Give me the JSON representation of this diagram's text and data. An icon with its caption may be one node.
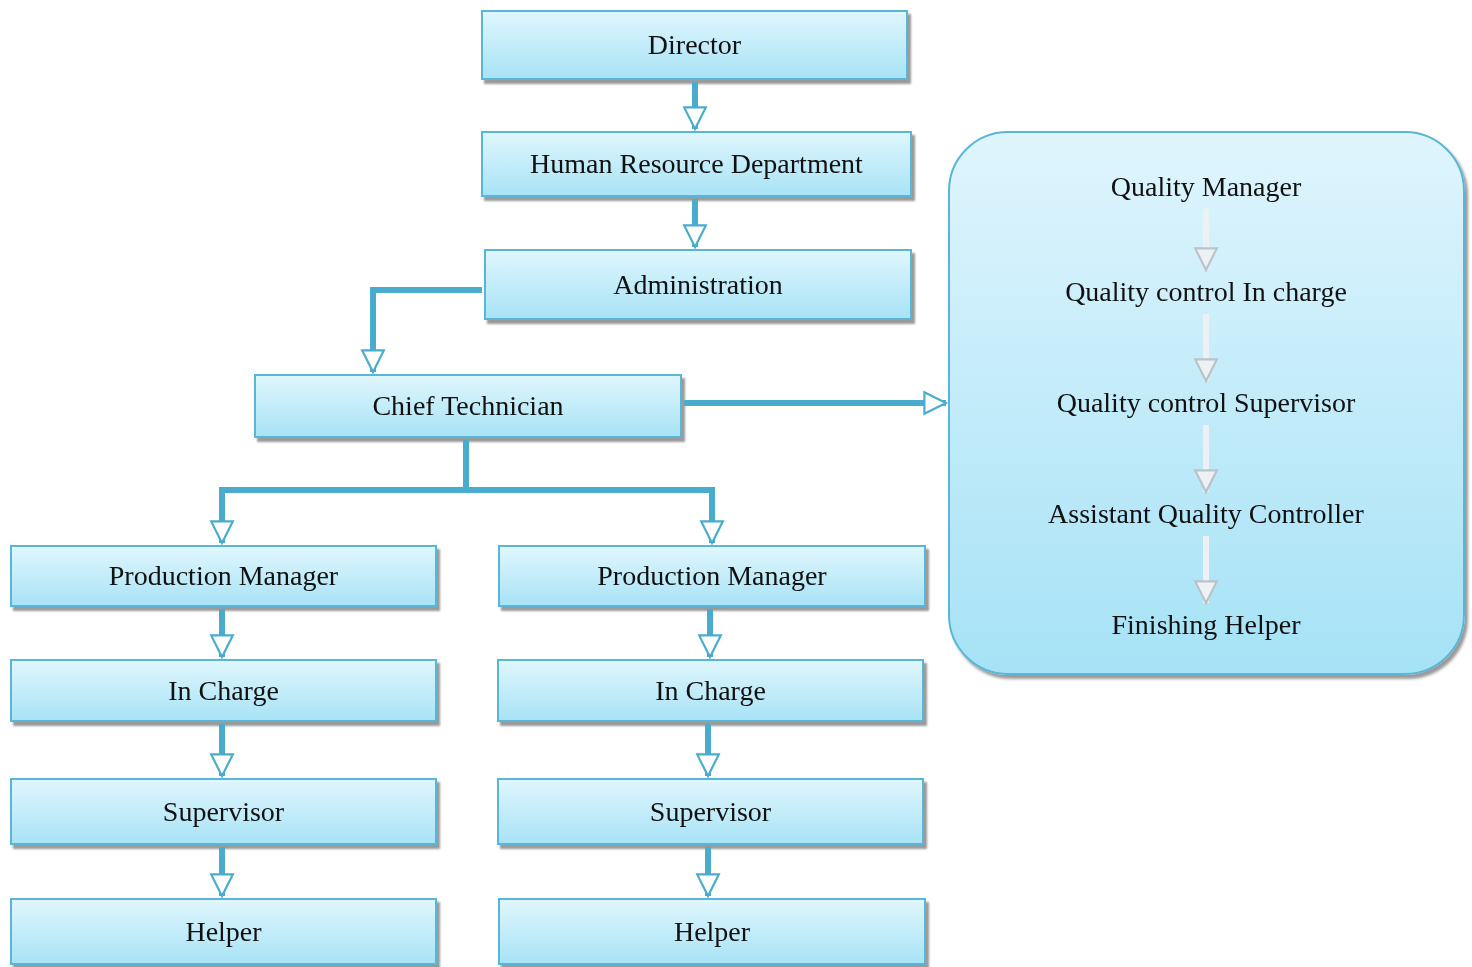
{
  "diagram": {
    "nodes": [
      {
        "text": [
          "Director"
        ]
      },
      {
        "text": [
          "Human Resource Department"
        ]
      },
      {
        "text": [
          "Administration"
        ]
      },
      {
        "text": [
          "Chief Technician"
        ]
      },
      {
        "text": [],
        "shape": "box"
      },
      {
        "text": [
          "Quality Manager"
        ],
        "in": 4
      },
      {
        "text": [
          "Quality control In charge"
        ],
        "in": 4
      },
      {
        "text": [
          "Quality control Supervisor"
        ],
        "in": 4
      },
      {
        "text": [
          "Assistant Quality Controller"
        ],
        "in": 4
      },
      {
        "text": [
          "Finishing Helper"
        ],
        "in": 4
      },
      {
        "text": [
          "Production Manager"
        ]
      },
      {
        "text": [
          "Production Manager"
        ]
      },
      {
        "text": [
          "In Charge"
        ]
      },
      {
        "text": [
          "In Charge"
        ]
      },
      {
        "text": [
          "Supervisor"
        ]
      },
      {
        "text": [
          "Supervisor"
        ]
      },
      {
        "text": [
          "Helper"
        ]
      },
      {
        "text": [
          "Helper"
        ]
      }
    ],
    "edges": [
      {
        "from": 0,
        "to": 1,
        "arrow": "to"
      },
      {
        "from": 1,
        "to": 2,
        "arrow": "to"
      },
      {
        "from": 2,
        "to": 3,
        "arrow": "to"
      },
      {
        "from": 3,
        "to": 4,
        "arrow": "to"
      },
      {
        "from": 5,
        "to": 6,
        "arrow": "to",
        "color": "#eef1f3"
      },
      {
        "from": 6,
        "to": 7,
        "arrow": "to",
        "color": "#eef1f3"
      },
      {
        "from": 7,
        "to": 8,
        "arrow": "to",
        "color": "#eef1f3"
      },
      {
        "from": 8,
        "to": 9,
        "arrow": "to",
        "color": "#eef1f3"
      },
      {
        "from": 3,
        "to": 10,
        "arrow": "to"
      },
      {
        "from": 3,
        "to": 11,
        "arrow": "to"
      },
      {
        "from": 10,
        "to": 12,
        "arrow": "to"
      },
      {
        "from": 12,
        "to": 14,
        "arrow": "to"
      },
      {
        "from": 14,
        "to": 16,
        "arrow": "to"
      },
      {
        "from": 11,
        "to": 13,
        "arrow": "to"
      },
      {
        "from": 13,
        "to": 15,
        "arrow": "to"
      },
      {
        "from": 15,
        "to": 17,
        "arrow": "to"
      }
    ]
  }
}
